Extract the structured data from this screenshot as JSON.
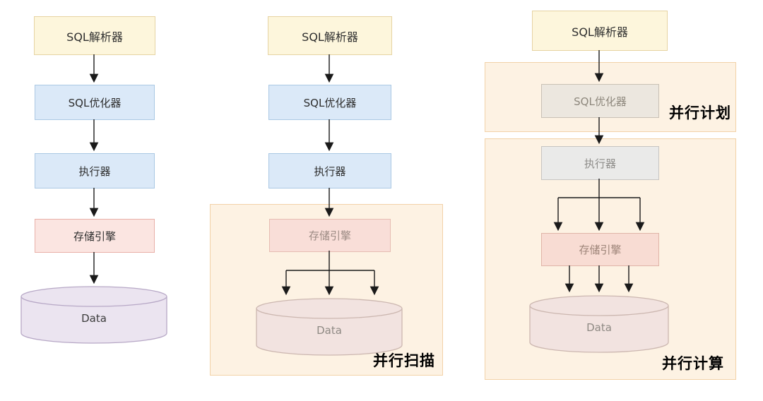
{
  "pipelines": {
    "serial": {
      "parser": "SQL解析器",
      "optimizer": "SQL优化器",
      "executor": "执行器",
      "storage": "存储引擎",
      "data": "Data"
    },
    "parallel_scan": {
      "parser": "SQL解析器",
      "optimizer": "SQL优化器",
      "executor": "执行器",
      "storage": "存储引擎",
      "data": "Data",
      "region_label": "并行扫描"
    },
    "parallel_compute": {
      "parser": "SQL解析器",
      "optimizer": "SQL优化器",
      "executor": "执行器",
      "storage": "存储引擎",
      "data": "Data",
      "plan_region_label": "并行计划",
      "compute_region_label": "并行计算"
    }
  },
  "colors": {
    "parser_bg": "#fdf6dc",
    "parser_border": "#e6d3a3",
    "optimizer_bg": "#dbe9f8",
    "optimizer_border": "#aac8e4",
    "storage_bg": "#fbe5e1",
    "storage_border": "#e8b0a8",
    "region_bg": "#fdf2e3",
    "region_border": "#f2d2a8",
    "cylinder_bg": "#ebe4f0",
    "cylinder_border": "#b7a8c6",
    "arrow": "#1a1a1a"
  }
}
